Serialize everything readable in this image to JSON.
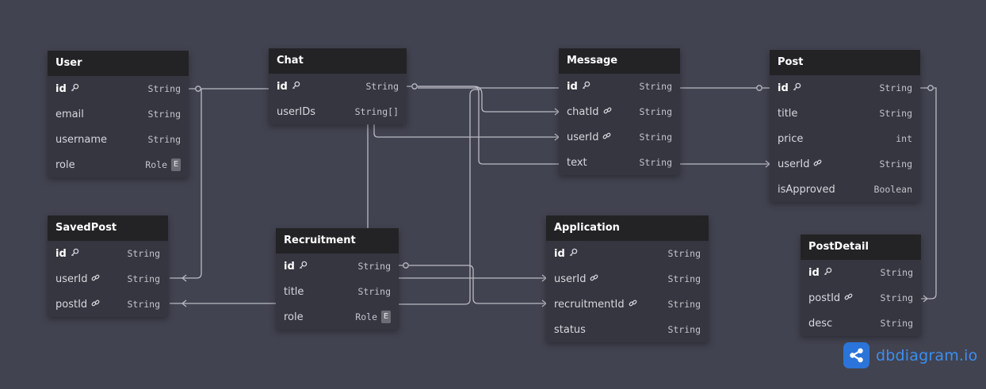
{
  "tables": [
    {
      "name": "User",
      "fields": [
        {
          "name": "id",
          "type": "String",
          "pk": true
        },
        {
          "name": "email",
          "type": "String"
        },
        {
          "name": "username",
          "type": "String"
        },
        {
          "name": "role",
          "type": "Role",
          "enum": true
        }
      ]
    },
    {
      "name": "Chat",
      "fields": [
        {
          "name": "id",
          "type": "String",
          "pk": true
        },
        {
          "name": "userIDs",
          "type": "String[]"
        }
      ]
    },
    {
      "name": "Message",
      "fields": [
        {
          "name": "id",
          "type": "String",
          "pk": true
        },
        {
          "name": "chatId",
          "type": "String",
          "fk": true
        },
        {
          "name": "userId",
          "type": "String",
          "fk": true
        },
        {
          "name": "text",
          "type": "String"
        }
      ]
    },
    {
      "name": "Post",
      "fields": [
        {
          "name": "id",
          "type": "String",
          "pk": true
        },
        {
          "name": "title",
          "type": "String"
        },
        {
          "name": "price",
          "type": "int"
        },
        {
          "name": "userId",
          "type": "String",
          "fk": true
        },
        {
          "name": "isApproved",
          "type": "Boolean"
        }
      ]
    },
    {
      "name": "SavedPost",
      "fields": [
        {
          "name": "id",
          "type": "String",
          "pk": true
        },
        {
          "name": "userId",
          "type": "String",
          "fk": true
        },
        {
          "name": "postId",
          "type": "String",
          "fk": true
        }
      ]
    },
    {
      "name": "Recruitment",
      "fields": [
        {
          "name": "id",
          "type": "String",
          "pk": true
        },
        {
          "name": "title",
          "type": "String"
        },
        {
          "name": "role",
          "type": "Role",
          "enum": true
        }
      ]
    },
    {
      "name": "Application",
      "fields": [
        {
          "name": "id",
          "type": "String",
          "pk": true
        },
        {
          "name": "userId",
          "type": "String",
          "fk": true
        },
        {
          "name": "recruitmentId",
          "type": "String",
          "fk": true
        },
        {
          "name": "status",
          "type": "String"
        }
      ]
    },
    {
      "name": "PostDetail",
      "fields": [
        {
          "name": "id",
          "type": "String",
          "pk": true
        },
        {
          "name": "postId",
          "type": "String",
          "fk": true
        },
        {
          "name": "desc",
          "type": "String"
        }
      ]
    }
  ],
  "enum_badge_text": "E",
  "brand": {
    "name": "dbdiagram.io"
  },
  "colors": {
    "background": "#424350",
    "header": "#232326",
    "body": "#35363f",
    "edge": "#b9bac2",
    "brand": "#3b8ff0"
  },
  "icons": {
    "primary_key": "key-icon",
    "foreign_key": "link-icon",
    "logo": "share-nodes-icon"
  }
}
